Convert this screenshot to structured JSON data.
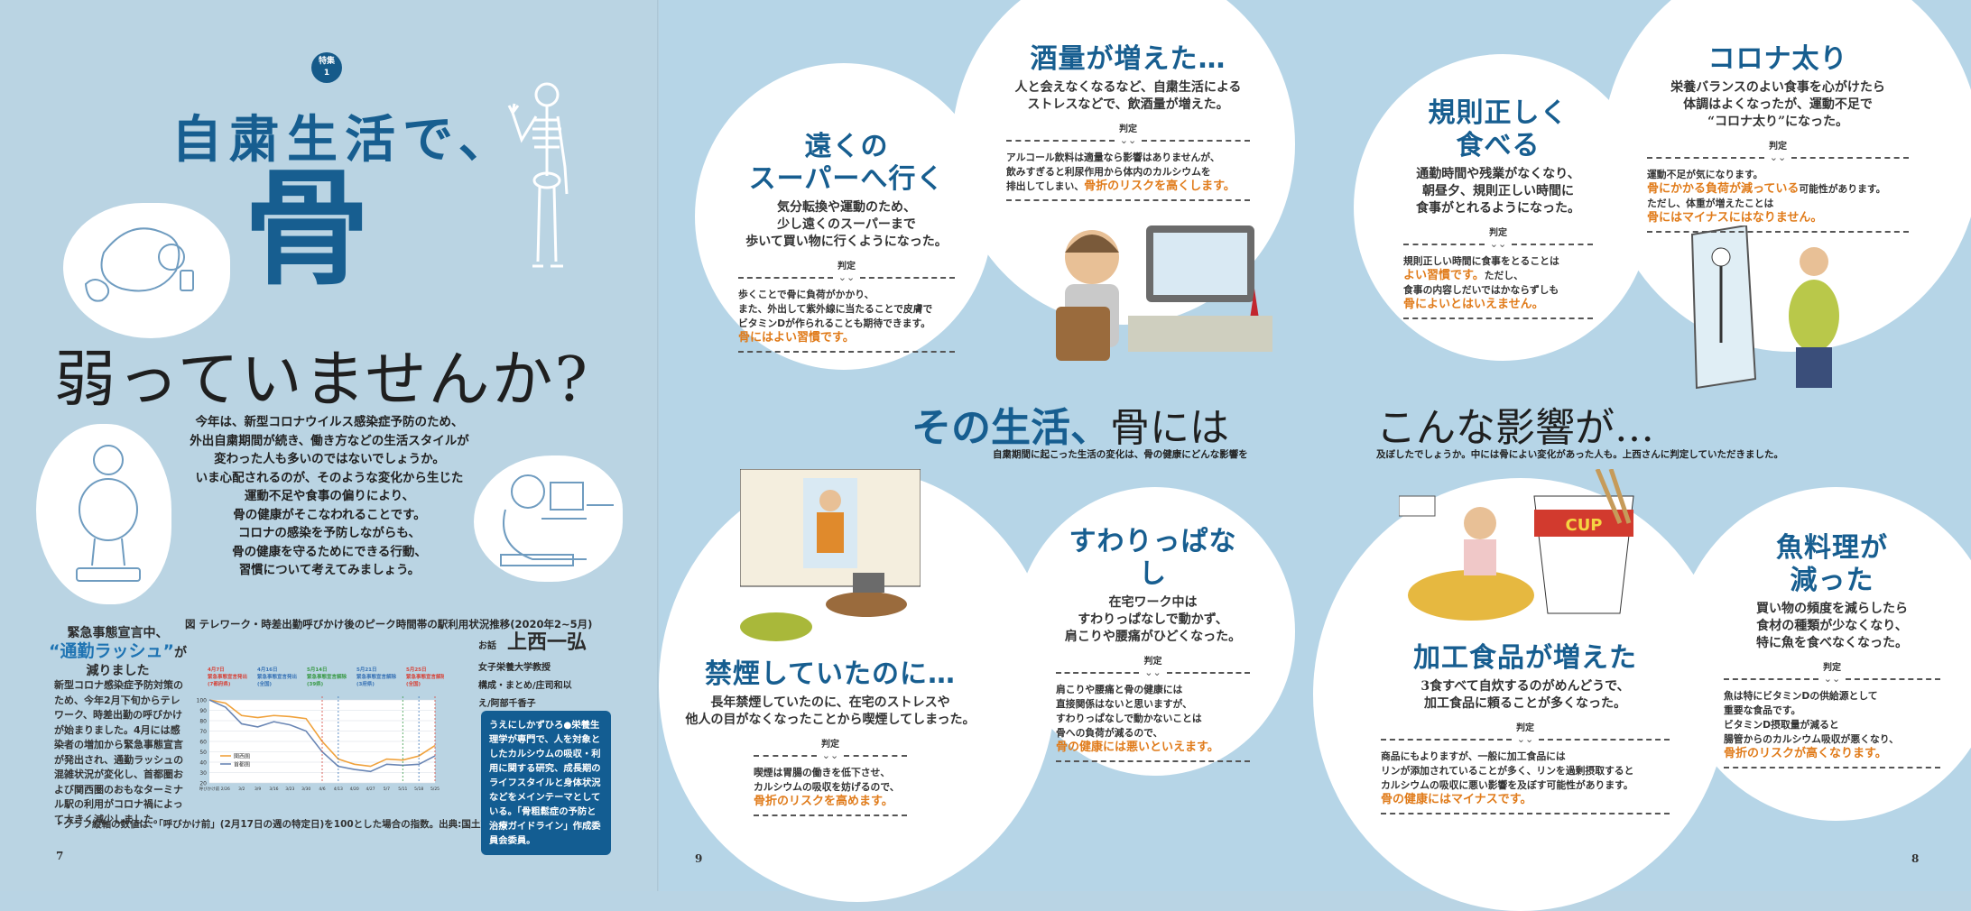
{
  "left_page": {
    "badge": {
      "line1": "特集",
      "line2": "1"
    },
    "title_line1": "自粛生活で、",
    "title_big": "骨",
    "title_line2": "弱っていませんか?",
    "intro_lines": [
      "今年は、新型コロナウイルス感染症予防のため、",
      "外出自粛期間が続き、働き方などの生活スタイルが",
      "変わった人も多いのではないでしょうか。",
      "いま心配されるのが、そのような変化から生じた",
      "運動不足や食事の偏りにより、",
      "骨の健康がそこなわれることです。",
      "コロナの感染を予防しながらも、",
      "骨の健康を守るためにできる行動、",
      "習慣について考えてみましょう。"
    ],
    "sidebar": {
      "title_pre": "緊急事態宣言中、",
      "title_highlight": "“通勤ラッシュ”",
      "title_post_1": "が",
      "title_post_2": "減りました",
      "body": "新型コロナ感染症予防対策のため、今年2月下旬からテレワーク、時差出勤の呼びかけが始まりました。4月には感染者の増加から緊急事態宣言が発出され、通勤ラッシュの混雑状況が変化し、首都圏および関西圏のおもなターミナル駅の利用がコロナ禍によって大きく減少しました。"
    },
    "chart_note": "・グラフ縦軸の数値は、「呼びかけ前」(2月17日の週の特定日)を100とした場合の指数。出典:国土交通省",
    "author": {
      "prefix": "お話",
      "name": "上西一弘",
      "title": "女子栄養大学教授",
      "credit_1": "構成・まとめ/庄司和以",
      "credit_2": "え/阿部千香子"
    },
    "bio": "うえにしかずひろ●栄養生理学が専門で、人を対象としたカルシウムの吸収・利用に関する研究、成長期のライフスタイルと身体状況などをメインテーマとしている。「骨粗鬆症の予防と治療ガイドライン」作成委員会委員。",
    "page_number": "7"
  },
  "chart_data": {
    "type": "line",
    "title": "図 テレワーク・時差出勤呼びかけ後のピーク時間帯の駅利用状況推移(2020年2~5月)",
    "xlabel": "",
    "ylabel": "",
    "ylim": [
      20,
      100
    ],
    "yticks": [
      20,
      30,
      40,
      50,
      60,
      70,
      80,
      90,
      100
    ],
    "categories": [
      "呼びかけ前",
      "2/26-2/28",
      "3/2-3/6",
      "3/9-3/13",
      "3/16-3/19",
      "3/23-3/27",
      "3/30-4/3",
      "4/6-4/10",
      "4/13-4/17",
      "4/20-4/24",
      "4/27-5/1",
      "5/7-5/8",
      "5/11-5/15",
      "5/18-5/22",
      "5/25-5/29"
    ],
    "series": [
      {
        "name": "関西圏",
        "color": "#f0a23c",
        "values": [
          100,
          97,
          85,
          83,
          85,
          84,
          82,
          60,
          43,
          38,
          36,
          43,
          42,
          46,
          56
        ]
      },
      {
        "name": "首都圏",
        "color": "#6a86b4",
        "values": [
          100,
          93,
          77,
          74,
          79,
          76,
          70,
          50,
          36,
          33,
          31,
          38,
          37,
          38,
          46
        ]
      }
    ],
    "annotations": [
      {
        "label": "4月7日 緊急事態宣言発出 (7都府県)",
        "at": "4/6",
        "color": "#d6453b"
      },
      {
        "label": "4月16日 緊急事態宣言発出 (全国)",
        "at": "4/13",
        "color": "#3a74b6"
      },
      {
        "label": "5月14日 緊急事態宣言解除 (39県)",
        "at": "5/11",
        "color": "#3b9a48"
      },
      {
        "label": "5月21日 緊急事態宣言解除 (3府県)",
        "at": "5/18",
        "color": "#3a74b6"
      },
      {
        "label": "5月25日 緊急事態宣言解除 (全国)",
        "at": "5/25",
        "color": "#d6453b"
      }
    ],
    "legend_position": "inside-left",
    "grid": true
  },
  "right_page": {
    "heading_left": {
      "blue": "その生活、",
      "black": "骨には"
    },
    "heading_right": "こんな影響が…",
    "sub_left": "自粛期間に起こった生活の変化は、骨の健康にどんな影響を",
    "sub_right": "及ぼしたでしょうか。中には骨によい変化があった人も。上西さんに判定していただきました。",
    "verdict_label": "判定",
    "cards": [
      {
        "title": "遠くの\nスーパーへ行く",
        "desc": "気分転換や運動のため、\n少し遠くのスーパーまで\n歩いて買い物に行くようになった。",
        "body": "歩くことで骨に負荷がかかり、\nまた、外出して紫外線に当たることで皮膚で\nビタミンDが作られることも期待できます。",
        "highlight": "骨にはよい習慣です。"
      },
      {
        "title": "酒量が増えた…",
        "desc": "人と会えなくなるなど、自粛生活による\nストレスなどで、飲酒量が増えた。",
        "body": "アルコール飲料は適量なら影響はありませんが、\n飲みすぎると利尿作用から体内のカルシウムを\n排出してしまい、",
        "highlight": "骨折のリスクを高くします。"
      },
      {
        "title": "規則正しく\n食べる",
        "desc": "通勤時間や残業がなくなり、\n朝昼夕、規則正しい時間に\n食事がとれるようになった。",
        "body_1": "規則正しい時間に食事をとることは",
        "highlight_1": "よい習慣です。",
        "body_2": "ただし、\n食事の内容しだいではかならずしも",
        "highlight_2": "骨によいとはいえません。"
      },
      {
        "title": "コロナ太り",
        "desc": "栄養バランスのよい食事を心がけたら\n体調はよくなったが、運動不足で\n“コロナ太り”になった。",
        "body_1": "運動不足が気になります。",
        "highlight_1": "骨にかかる負荷が減っている",
        "body_2": "可能性があります。\nただし、体重が増えたことは",
        "highlight_2": "骨にはマイナスにはなりません。"
      },
      {
        "title": "禁煙していたのに…",
        "desc": "長年禁煙していたのに、在宅のストレスや\n他人の目がなくなったことから喫煙してしまった。",
        "body": "喫煙は胃腸の働きを低下させ、\nカルシウムの吸収を妨げるので、",
        "highlight": "骨折のリスクを高めます。"
      },
      {
        "title": "すわりっぱなし",
        "desc": "在宅ワーク中は\nすわりっぱなしで動かず、\n肩こりや腰痛がひどくなった。",
        "body": "肩こりや腰痛と骨の健康には\n直接関係はないと思いますが、\nすわりっぱなしで動かないことは\n骨への負荷が減るので、",
        "highlight": "骨の健康には悪いといえます。"
      },
      {
        "title": "加工食品が増えた",
        "desc": "3食すべて自炊するのがめんどうで、\n加工食品に頼ることが多くなった。",
        "body": "商品にもよりますが、一般に加工食品には\nリンが添加されていることが多く、リンを過剰摂取すると\nカルシウムの吸収に悪い影響を及ぼす可能性があります。",
        "highlight": "骨の健康にはマイナスです。"
      },
      {
        "title": "魚料理が\n減った",
        "desc": "買い物の頻度を減らしたら\n食材の種類が少なくなり、\n特に魚を食べなくなった。",
        "body": "魚は特にビタミンDの供給源として\n重要な食品です。\nビタミンD摂取量が減ると\n腸管からのカルシウム吸収が悪くなり、",
        "highlight": "骨折のリスクが高くなります。"
      }
    ],
    "illustration_labels": {
      "cup_noodle": "CUP"
    },
    "page_number_center": "9",
    "page_number_right": "8"
  },
  "colors": {
    "background": "#b9d4e4",
    "title_blue": "#175e90",
    "highlight_orange": "#e07b1a",
    "bio_box": "#135d92"
  }
}
